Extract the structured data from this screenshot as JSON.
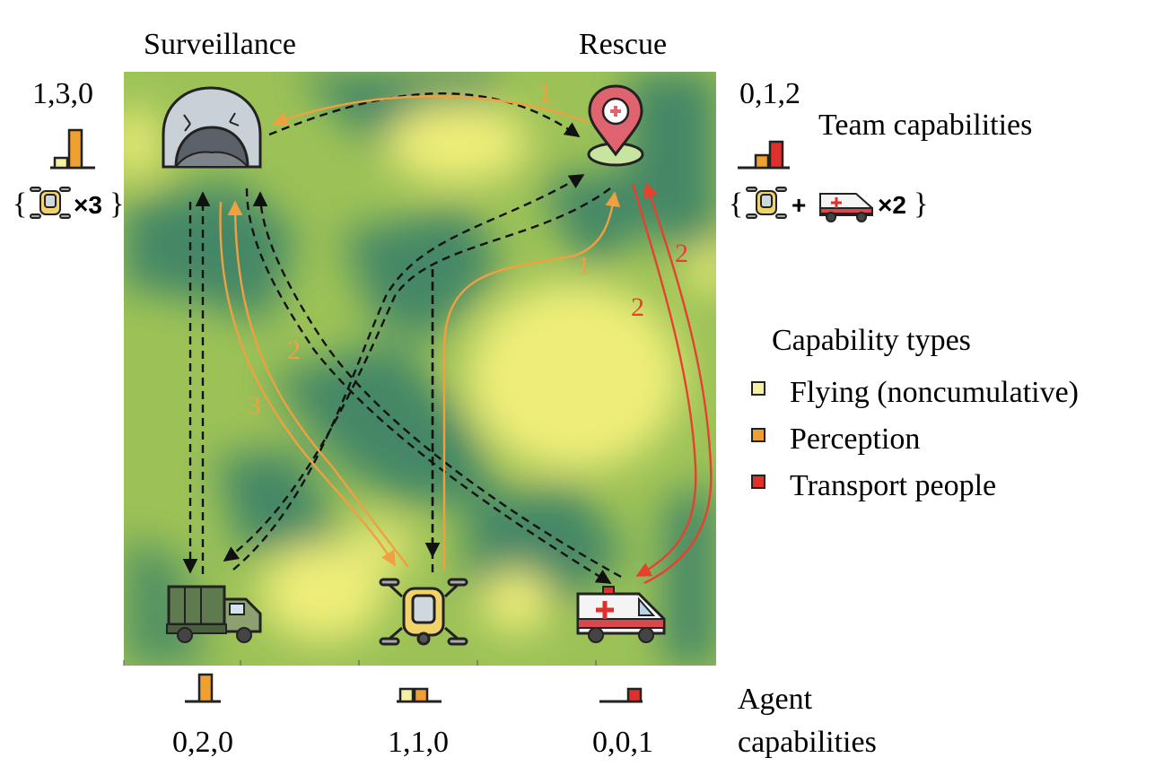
{
  "tasks": {
    "surveillance": {
      "title": "Surveillance",
      "requirement": "1,3,0",
      "team": {
        "count_label": "×3"
      }
    },
    "rescue": {
      "title": "Rescue",
      "requirement": "0,1,2",
      "team": {
        "plus_label": "+",
        "count_label": "×2"
      }
    }
  },
  "labels": {
    "team_capabilities": "Team capabilities",
    "capability_types": "Capability types",
    "agent_capabilities_line1": "Agent",
    "agent_capabilities_line2": "capabilities",
    "brace_open": "{",
    "brace_close": "}"
  },
  "capability_types": [
    {
      "label": "Flying (noncumulative)",
      "color": "#f6f0a2"
    },
    {
      "label": "Perception",
      "color": "#f0a02f"
    },
    {
      "label": "Transport people",
      "color": "#e0302b"
    }
  ],
  "agents": [
    {
      "name": "truck",
      "capabilities": "0,2,0"
    },
    {
      "name": "drone",
      "capabilities": "1,1,0"
    },
    {
      "name": "ambulance",
      "capabilities": "0,0,1"
    }
  ],
  "route_labels": {
    "orange_top": "1",
    "orange_right": "1",
    "orange_mid_upper": "2",
    "orange_mid_lower": "3",
    "red_upper": "2",
    "red_lower": "2"
  },
  "colors": {
    "orange_route": "#f0a040",
    "red_route": "#e8402e",
    "black_route": "#111111",
    "terrain_light": "#f3f07a",
    "terrain_mid": "#9cc257",
    "terrain_dark": "#3f8468"
  }
}
